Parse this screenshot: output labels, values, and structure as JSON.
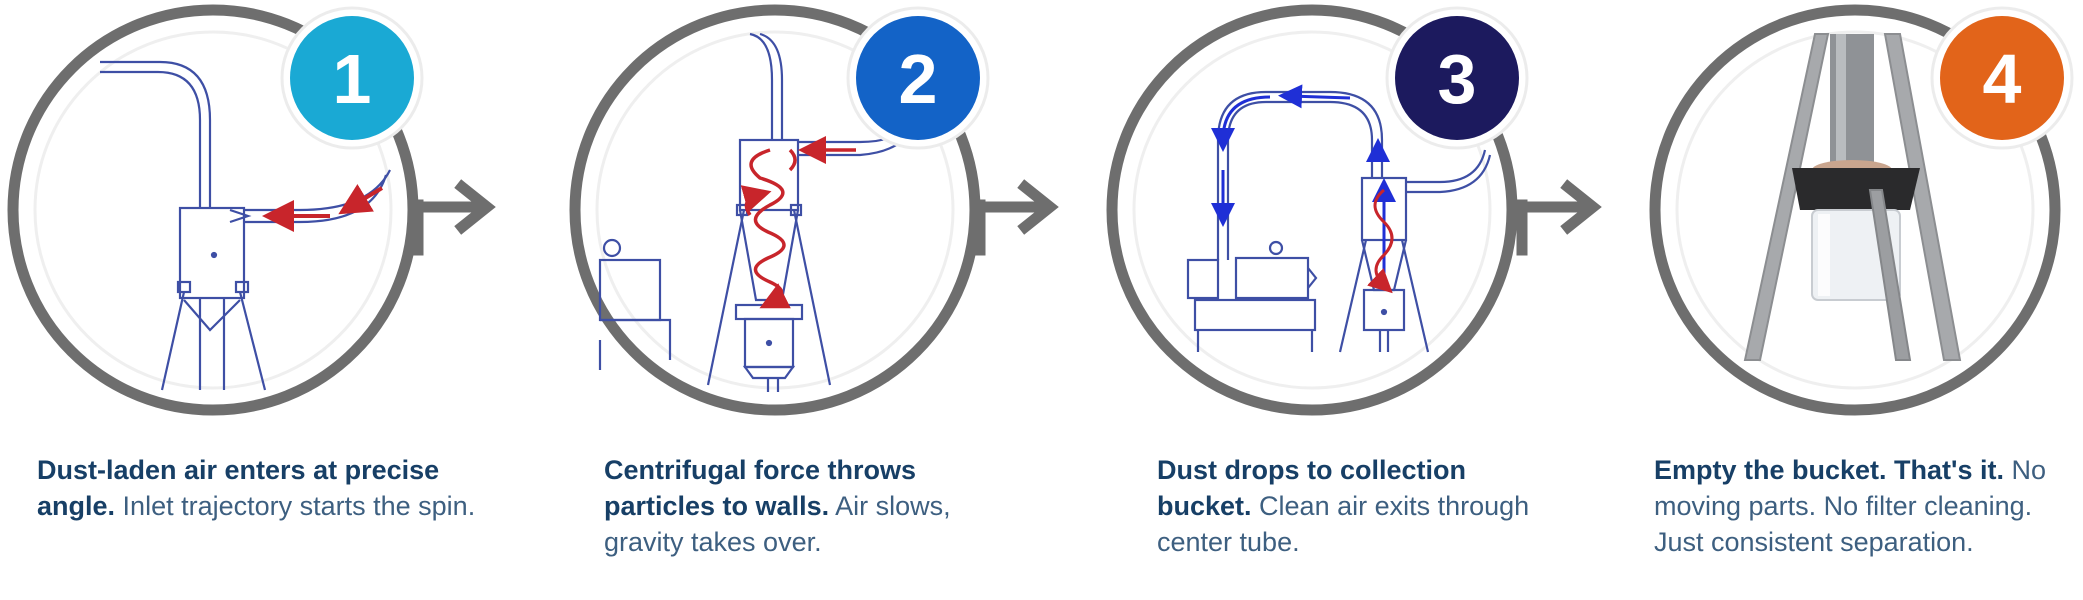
{
  "steps": [
    {
      "number": "1",
      "badge_color": "#1aa9d4",
      "headline": "Dust-laden air enters at precise angle.",
      "detail": "Inlet trajectory starts the spin."
    },
    {
      "number": "2",
      "badge_color": "#1363c7",
      "headline": "Centrifugal force throws particles to walls.",
      "detail": "Air slows, gravity takes over."
    },
    {
      "number": "3",
      "badge_color": "#1c1a5e",
      "headline": "Dust drops to collection bucket.",
      "detail": "Clean air exits through center tube."
    },
    {
      "number": "4",
      "badge_color": "#e2641a",
      "headline": "Empty the bucket. That's it.",
      "detail": "No moving parts. No filter cleaning. Just consistent separation."
    }
  ],
  "colors": {
    "ring": "#6e6e6e",
    "line_art": "#3e4fa5",
    "airflow_red": "#c8252b",
    "airflow_blue": "#1f2fd6",
    "text_bold": "#173f66",
    "text_regular": "#3d5f80"
  },
  "icons": [
    "step-arrow-icon",
    "step-arrow-icon",
    "step-arrow-icon"
  ]
}
